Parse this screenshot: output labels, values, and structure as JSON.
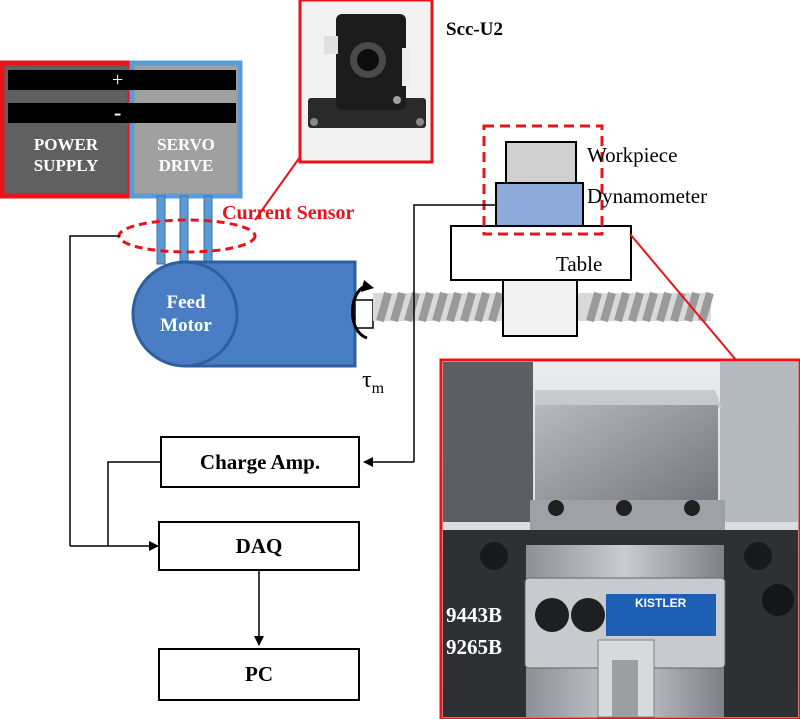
{
  "power_supply": {
    "label_line1": "POWER",
    "label_line2": "SUPPLY",
    "plus_symbol": "+",
    "minus_symbol": "-",
    "border_color": "#e8141c"
  },
  "servo_drive": {
    "label_line1": "SERVO",
    "label_line2": "DRIVE",
    "border_color": "#5b9bd5"
  },
  "sensor_photo": {
    "caption": "Scc-U2"
  },
  "current_sensor": {
    "label": "Current Sensor",
    "color": "#e8141c"
  },
  "motor": {
    "label_line1": "Feed",
    "label_line2": "Motor",
    "torque_symbol": "τ",
    "torque_subscript": "m",
    "color": "#4a7ec4"
  },
  "stage": {
    "workpiece_label": "Workpiece",
    "dynamometer_label": "Dynamometer",
    "table_label": "Table",
    "dynamometer_color": "#8eaadb",
    "workpiece_color": "#d0d0d0"
  },
  "blocks": {
    "charge_amp": "Charge Amp.",
    "daq": "DAQ",
    "pc": "PC"
  },
  "kistler_photo": {
    "model_line1": "9443B",
    "model_line2": "9265B",
    "brand": "KISTLER"
  }
}
